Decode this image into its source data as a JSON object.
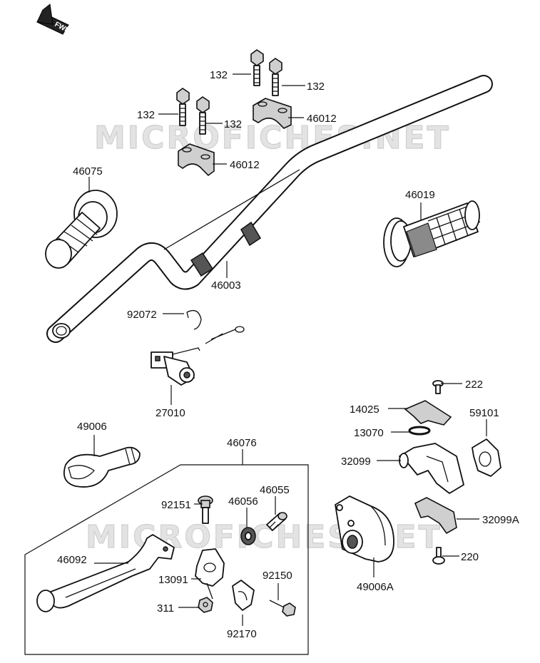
{
  "watermark": "MICROFICHES.NET",
  "direction_badge": "FWD",
  "parts": {
    "bolt_132_a": "132",
    "bolt_132_b": "132",
    "bolt_132_c": "132",
    "bolt_132_d": "132",
    "holder_46012_upper": "46012",
    "holder_46012_lower": "46012",
    "grip_46075": "46075",
    "handlebar_46003": "46003",
    "grip_46019": "46019",
    "band_92072": "92072",
    "switch_27010": "27010",
    "screw_222": "222",
    "bracket_14025": "14025",
    "clamp_13070": "13070",
    "cover_59101": "59101",
    "case_32099": "32099",
    "case_32099A": "32099A",
    "screw_220": "220",
    "throttle_49006A": "49006A",
    "cap_49006": "49006",
    "lever_assy_46076": "46076",
    "bolt_92151": "92151",
    "adjuster_46056": "46056",
    "adjuster_46055": "46055",
    "lever_46092": "46092",
    "holder_13091": "13091",
    "bolt_92150": "92150",
    "nut_311": "311",
    "clamp_92170": "92170"
  }
}
